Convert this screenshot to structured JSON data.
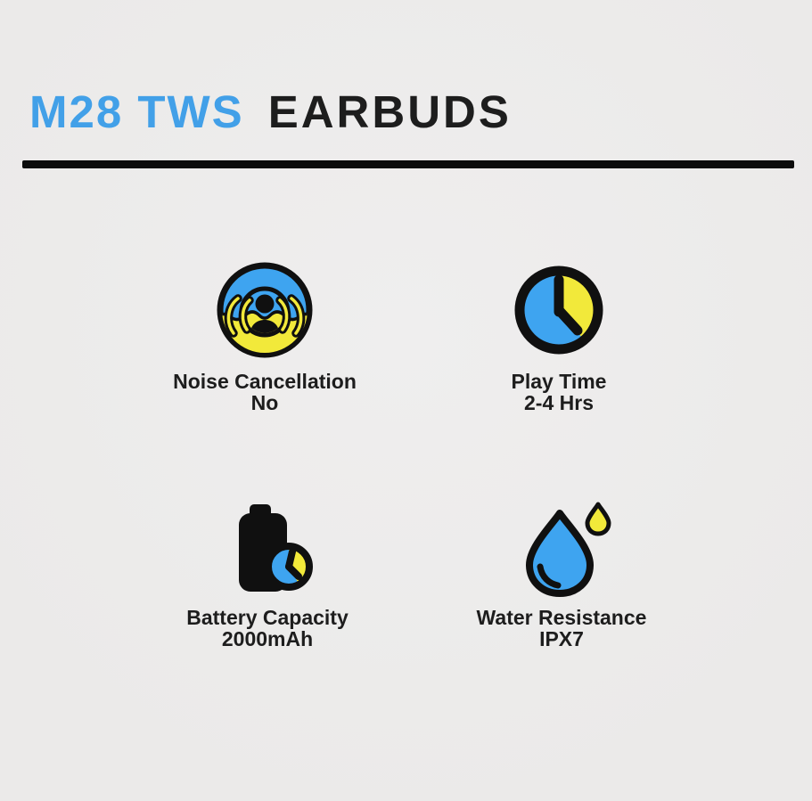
{
  "header": {
    "title_primary": "M28 TWS",
    "title_secondary": "EARBUDS"
  },
  "features": [
    {
      "id": "noise-cancellation",
      "icon": "noise-cancellation-icon",
      "label": "Noise Cancellation",
      "value": "No"
    },
    {
      "id": "play-time",
      "icon": "play-time-clock-icon",
      "label": "Play Time",
      "value": "2-4 Hrs"
    },
    {
      "id": "battery-capacity",
      "icon": "battery-clock-icon",
      "label": "Battery Capacity",
      "value": "2000mAh"
    },
    {
      "id": "water-resistance",
      "icon": "water-drop-icon",
      "label": "Water Resistance",
      "value": "IPX7"
    }
  ],
  "colors": {
    "background": "#ebeae9",
    "divider": "#0c0c0c",
    "title_blue": "#42a0e8",
    "text_dark": "#1d1d1d",
    "icon_blue": "#3ea4f0",
    "icon_yellow": "#f2e93a",
    "icon_outline": "#101010"
  }
}
